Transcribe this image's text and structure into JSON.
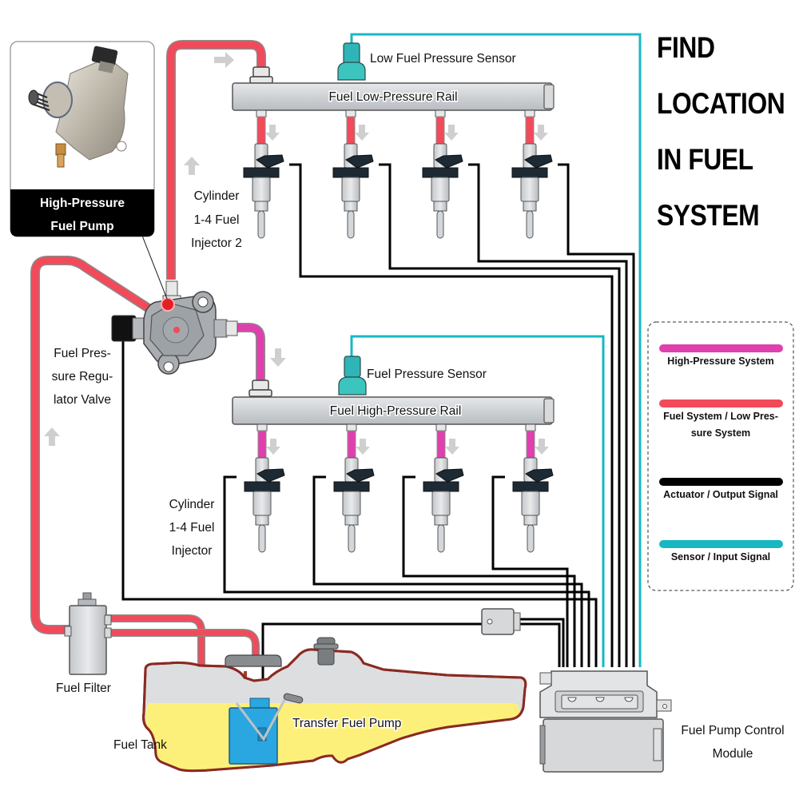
{
  "title": {
    "lines": [
      "FIND",
      "LOCATION",
      "IN FUEL",
      "SYSTEM"
    ]
  },
  "callout": {
    "label_lines": [
      "High-Pressure",
      "Fuel Pump"
    ],
    "image": "high-pressure-fuel-pump-photo"
  },
  "components": {
    "low_pressure_rail": "Fuel Low-Pressure Rail",
    "high_pressure_rail": "Fuel High-Pressure Rail",
    "low_pressure_sensor": "Low Fuel Pressure Sensor",
    "fuel_pressure_sensor": "Fuel Pressure Sensor",
    "injector_2_lines": [
      "Cylinder",
      "1-4 Fuel",
      "Injector 2"
    ],
    "injector_lines": [
      "Cylinder",
      "1-4 Fuel",
      "Injector"
    ],
    "regulator_lines": [
      "Fuel Pres-",
      "sure Regu-",
      "lator Valve"
    ],
    "fuel_filter": "Fuel Filter",
    "fuel_tank": "Fuel Tank",
    "transfer_pump": "Transfer Fuel Pump",
    "control_module_lines": [
      "Fuel Pump Control",
      "Module"
    ]
  },
  "legend": {
    "items": [
      {
        "label_lines": [
          "High-Pressure System"
        ],
        "color": "#e03fae"
      },
      {
        "label_lines": [
          "Fuel System / Low Pres-",
          "sure System"
        ],
        "color": "#f24a5a"
      },
      {
        "label_lines": [
          "Actuator / Output Signal"
        ],
        "color": "#000000"
      },
      {
        "label_lines": [
          "Sensor / Input Signal"
        ],
        "color": "#18b7c4"
      }
    ]
  },
  "colors": {
    "high_pressure": "#e03fae",
    "low_pressure": "#f24a5a",
    "actuator": "#000000",
    "sensor": "#18b7c4",
    "fuel": "#fdf07a",
    "tank_outline": "#8a2a22",
    "pump_blue": "#2aa6e0",
    "metal": "#d4d7da"
  }
}
